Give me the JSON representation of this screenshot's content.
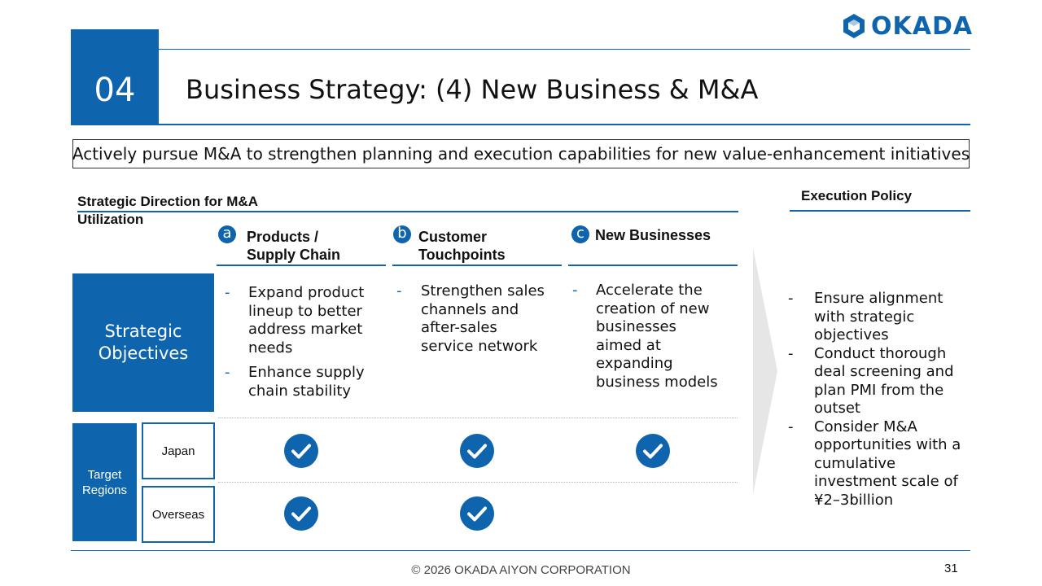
{
  "brand": {
    "name": "OKADA",
    "color": "#0e65ae"
  },
  "header": {
    "section_number": "04",
    "title": "Business Strategy: (4) New Business & M&A"
  },
  "subtitle": "Actively pursue M&A to strengthen planning and execution capabilities for new value-enhancement initiatives",
  "direction": {
    "heading": "Strategic Direction for M&A Utilization",
    "columns": [
      {
        "badge": "a",
        "title_line1": "Products /",
        "title_line2": "Supply Chain"
      },
      {
        "badge": "b",
        "title_line1": "Customer",
        "title_line2": "Touchpoints"
      },
      {
        "badge": "c",
        "title_line1": "New Businesses",
        "title_line2": ""
      }
    ]
  },
  "objectives": {
    "label": "Strategic Objectives",
    "columns": [
      [
        "Expand product lineup to better address market needs",
        "Enhance supply chain stability"
      ],
      [
        "Strengthen sales channels and after-sales service network"
      ],
      [
        "Accelerate the creation of new businesses aimed at expanding business models"
      ]
    ]
  },
  "target_regions": {
    "label": "Target Regions",
    "rows": [
      {
        "name": "Japan",
        "checks": [
          true,
          true,
          true
        ]
      },
      {
        "name": "Overseas",
        "checks": [
          true,
          true,
          false
        ]
      }
    ]
  },
  "execution_policy": {
    "heading": "Execution Policy",
    "items": [
      "Ensure alignment with strategic objectives",
      "Conduct thorough deal screening and plan PMI from the outset",
      "Consider M&A opportunities with a cumulative investment scale of ¥2–3billion"
    ]
  },
  "footer": {
    "copyright": "© 2026 OKADA AIYON CORPORATION",
    "page_number": "31"
  }
}
